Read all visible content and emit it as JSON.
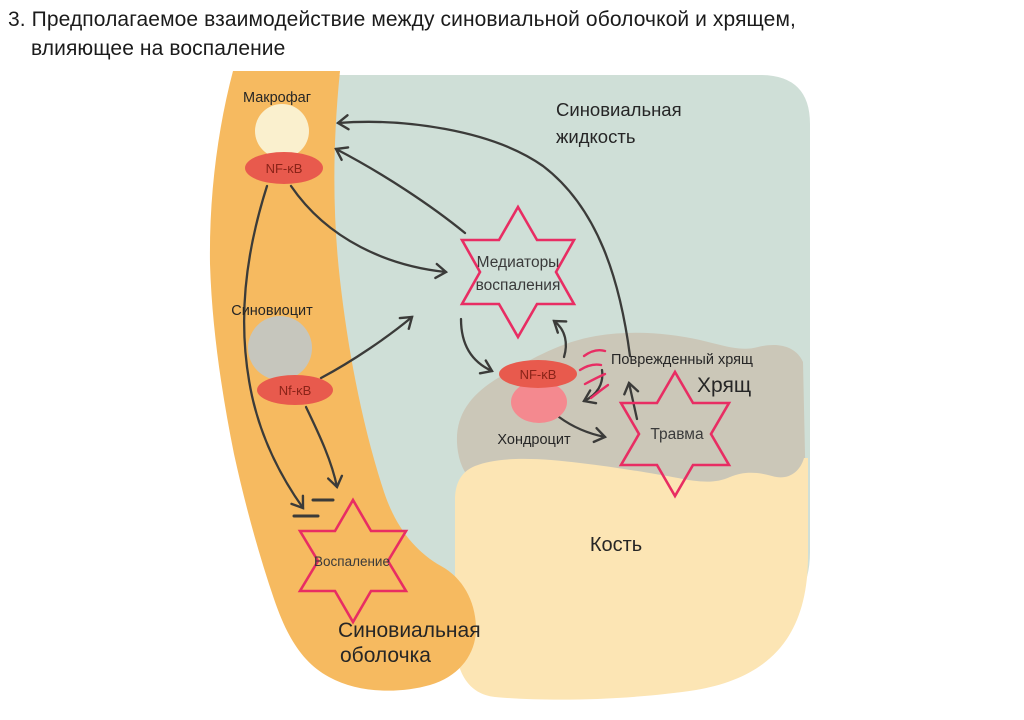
{
  "title": {
    "line1": "3. Предполагаемое взаимодействие между синовиальной оболочкой и хрящем,",
    "line2": "влияющее на воспаление"
  },
  "regions": {
    "synovial_fluid": {
      "label_line1": "Синовиальная",
      "label_line2": "жидкость",
      "color": "#cfdfd7"
    },
    "synovial_membrane": {
      "label_line1": "Синовиальная",
      "label_line2": "оболочка",
      "color": "#f6ba60"
    },
    "cartilage": {
      "label": "Хрящ",
      "color": "#cbc7b8"
    },
    "bone": {
      "label": "Кость",
      "color": "#fce5b4"
    }
  },
  "cells": {
    "macrophage": {
      "label": "Макрофаг",
      "nfkb_label": "NF-κB",
      "body_color": "#faf0ce"
    },
    "synoviocyte": {
      "label": "Синовиоцит",
      "nfkb_label": "Nf-κB",
      "body_color": "#c6c6bd"
    },
    "chondrocyte": {
      "label": "Хондроцит",
      "nfkb_label": "NF-κB",
      "body_color": "#f4898f"
    }
  },
  "stars": {
    "mediators": {
      "label_line1": "Медиаторы",
      "label_line2": "воспаления"
    },
    "trauma": {
      "label": "Травма"
    },
    "inflammation": {
      "label": "Воспаление"
    }
  },
  "annotations": {
    "damaged_cartilage": "Поврежденный хрящ"
  },
  "colors": {
    "nfkb_fill": "#e85a4d",
    "nfkb_text": "#8a2318",
    "star_pink": "#e82d63",
    "arrow_dark": "#3b3b39",
    "text_dark": "#262626"
  }
}
